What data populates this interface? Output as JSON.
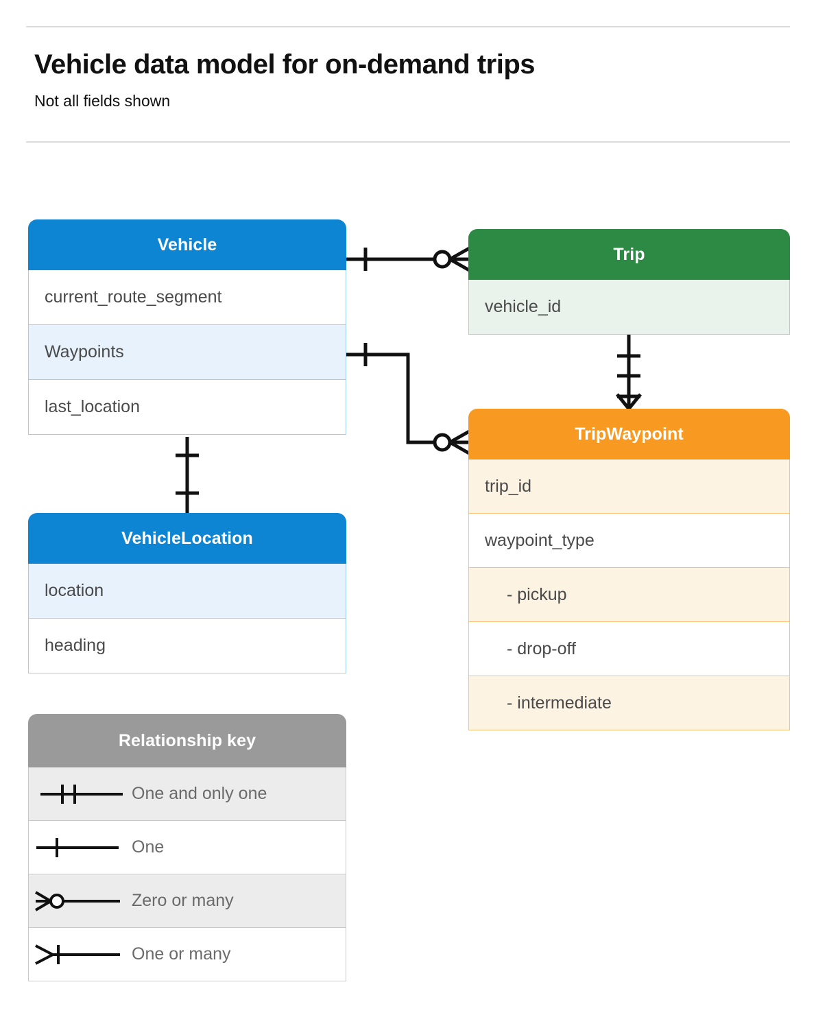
{
  "header": {
    "title": "Vehicle data model for on-demand trips",
    "subtitle": "Not all fields shown"
  },
  "colors": {
    "blue": "#0d85d3",
    "blue_row": "#e8f2fc",
    "blue_border": "#9ecff1",
    "green": "#2c8a45",
    "green_row": "#e9f3ec",
    "green_border": "#a9d6b5",
    "orange": "#f89a21",
    "orange_row": "#fdf3e3",
    "orange_border": "#f6c578",
    "gray": "#9a9a9a",
    "gray_row": "#ececec",
    "line": "#000000",
    "rule": "#dcdcdc",
    "text": "#4a4a4a"
  },
  "entities": {
    "vehicle": {
      "name": "Vehicle",
      "fields": [
        {
          "label": "current_route_segment"
        },
        {
          "label": "Waypoints"
        },
        {
          "label": "last_location"
        }
      ]
    },
    "vehicle_location": {
      "name": "VehicleLocation",
      "fields": [
        {
          "label": "location"
        },
        {
          "label": "heading"
        }
      ]
    },
    "trip": {
      "name": "Trip",
      "fields": [
        {
          "label": "vehicle_id"
        }
      ]
    },
    "trip_waypoint": {
      "name": "TripWaypoint",
      "fields": [
        {
          "label": "trip_id"
        },
        {
          "label": "waypoint_type"
        },
        {
          "label": "-  pickup"
        },
        {
          "label": "-  drop-off"
        },
        {
          "label": "-  intermediate"
        }
      ]
    }
  },
  "legend": {
    "title": "Relationship key",
    "rows": [
      {
        "symbol": "one-and-only-one",
        "label": "One and only one"
      },
      {
        "symbol": "one",
        "label": "One"
      },
      {
        "symbol": "zero-or-many",
        "label": "Zero or many"
      },
      {
        "symbol": "one-or-many",
        "label": "One or many"
      }
    ]
  },
  "relationships": [
    {
      "id": "vehicle-trip",
      "from": "Vehicle",
      "to": "Trip",
      "from_cardinality": "one",
      "to_cardinality": "zero-or-many"
    },
    {
      "id": "vehicle-waypoints-tripwaypoint",
      "from": "Vehicle.Waypoints",
      "to": "TripWaypoint",
      "from_cardinality": "one",
      "to_cardinality": "zero-or-many"
    },
    {
      "id": "trip-tripwaypoint",
      "from": "Trip",
      "to": "TripWaypoint",
      "from_cardinality": "one-and-only-one",
      "to_cardinality": "one-or-many"
    },
    {
      "id": "vehicle-vehiclelocation",
      "from": "Vehicle",
      "to": "VehicleLocation",
      "from_cardinality": "one",
      "to_cardinality": "one"
    }
  ]
}
